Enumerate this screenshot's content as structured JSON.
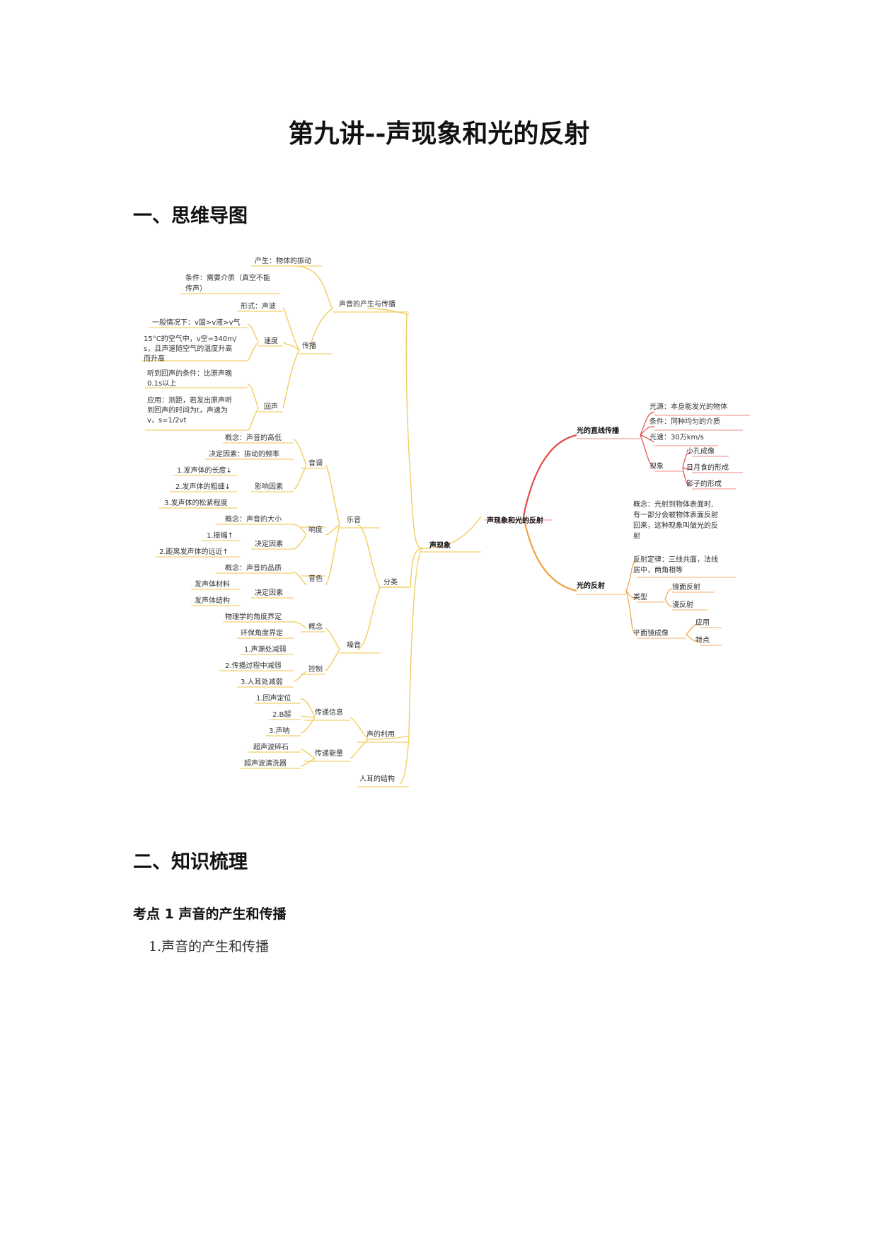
{
  "title": "第九讲--声现象和光的反射",
  "section1": "一、思维导图",
  "section2": "二、知识梳理",
  "kaodian": "考点 1 声音的产生和传播",
  "item1": "1.声音的产生和传播",
  "colors": {
    "sound_branch": "#f2cd60",
    "light_line_branch": "#e24a4a",
    "light_reflect_branch": "#f0a040"
  },
  "mindmap": {
    "root": "声现象和光的反射",
    "sound": {
      "label": "声现象",
      "produce": {
        "label": "声音的产生与传播",
        "produce_item": "产生：物体的振动",
        "condition_line1": "条件：需要介质（真空不能",
        "condition_line2": "传声）",
        "propagate": "传播",
        "form": "形式：声波",
        "speed": "速度",
        "speed_general": "一般情况下：v固>v液>v气",
        "speed_15_line1": "15°C的空气中，v空=340m/",
        "speed_15_line2": "s，且声速随空气的温度升高",
        "speed_15_line3": "而升高",
        "echo": "回声",
        "echo_cond_line1": "听到回声的条件：比原声晚",
        "echo_cond_line2": "0.1s以上",
        "echo_app_line1": "应用：测距，若发出原声听",
        "echo_app_line2": "到回声的时间为t，声速为",
        "echo_app_line3": "v，s=1/2vt"
      },
      "classify": {
        "label": "分类",
        "music": "乐音",
        "pitch": "音调",
        "pitch_concept": "概念：声音的高低",
        "pitch_decide": "决定因素：振动的频率",
        "pitch_influence": "影响因素",
        "pitch_i1": "1.发声体的长度↓",
        "pitch_i2": "2.发声体的粗细↓",
        "pitch_i3": "3.发声体的松紧程度",
        "loud": "响度",
        "loud_concept": "概念：声音的大小",
        "loud_decide": "决定因素",
        "loud_d1": "1.振幅↑",
        "loud_d2": "2.距离发声体的远近↑",
        "timbre": "音色",
        "timbre_concept": "概念：声音的品质",
        "timbre_decide": "决定因素",
        "timbre_d1": "发声体材料",
        "timbre_d2": "发声体结构",
        "noise": "噪音",
        "noise_concept": "概念",
        "noise_c1": "物理学的角度界定",
        "noise_c2": "环保角度界定",
        "noise_control": "控制",
        "noise_k1": "1.声源处减弱",
        "noise_k2": "2.传播过程中减弱",
        "noise_k3": "3.人耳处减弱"
      },
      "use": {
        "label": "声的利用",
        "info": "传递信息",
        "info1": "1.回声定位",
        "info2": "2.B超",
        "info3": "3.声呐",
        "energy": "传递能量",
        "energy1": "超声波碎石",
        "energy2": "超声波清洗器"
      },
      "ear": "人耳的结构"
    },
    "light_line": {
      "label": "光的直线传播",
      "source": "光源：本身能发光的物体",
      "condition": "条件：同种均匀的介质",
      "speed": "光速：30万km/s",
      "phenomena": "现象",
      "ph1": "小孔成像",
      "ph2": "日月食的形成",
      "ph3": "影子的形成"
    },
    "light_reflect": {
      "label": "光的反射",
      "concept_line1": "概念：光射到物体表面时,",
      "concept_line2": "有一部分会被物体表面反射",
      "concept_line3": "回来，这种现象叫做光的反",
      "concept_line4": "射",
      "law_line1": "反射定律：三线共面，法线",
      "law_line2": "居中，两角相等",
      "type": "类型",
      "type1": "镜面反射",
      "type2": "漫反射",
      "mirror": "平面镜成像",
      "mirror1": "应用",
      "mirror2": "特点"
    }
  }
}
